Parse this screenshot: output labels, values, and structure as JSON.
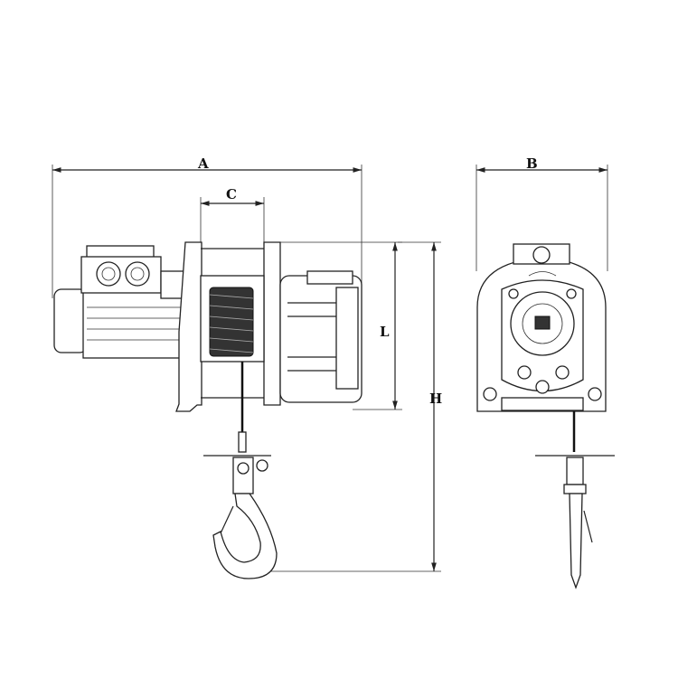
{
  "drawing": {
    "dimensions": {
      "overall_length": "A",
      "overall_width": "B",
      "drum_width": "C",
      "body_height": "L",
      "total_height": "H"
    },
    "line_color": "#222222",
    "background": "#ffffff"
  }
}
